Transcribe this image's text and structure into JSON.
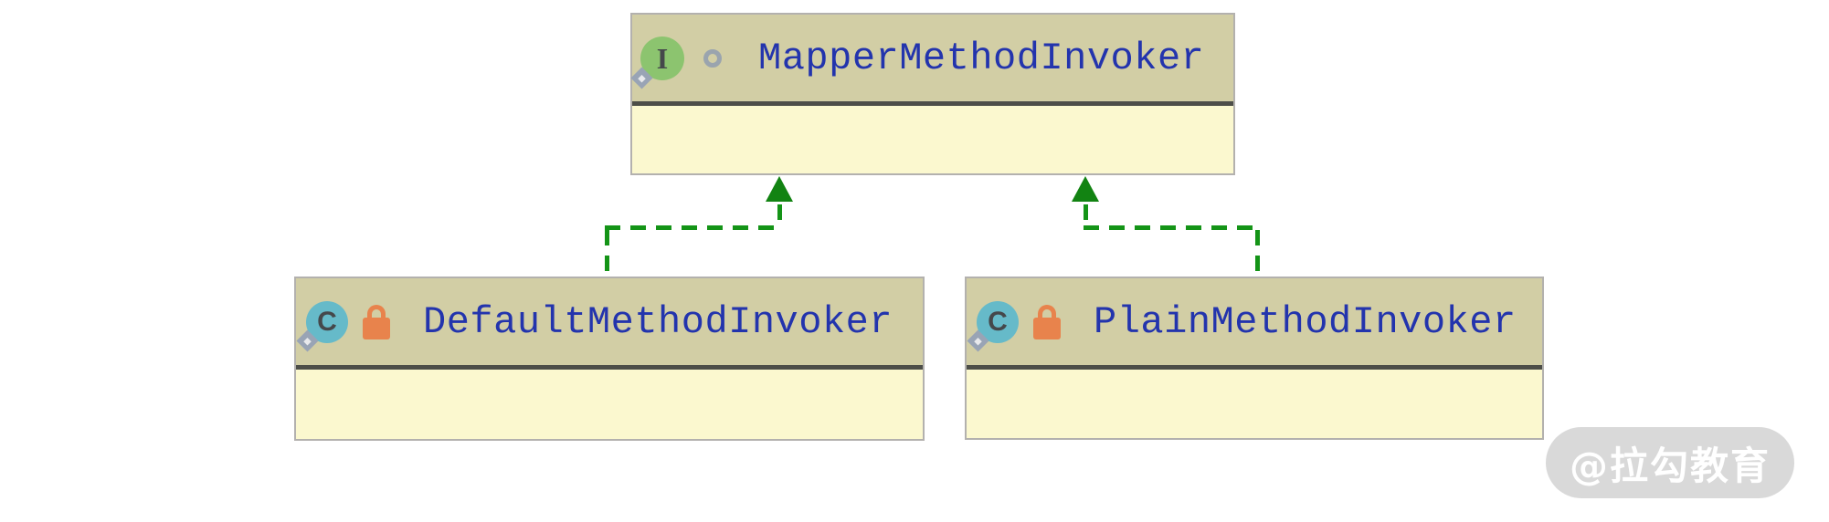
{
  "diagram": {
    "nodes": [
      {
        "name": "MapperMethodInvoker",
        "kind": "interface",
        "icon_letter": "I"
      },
      {
        "name": "DefaultMethodInvoker",
        "kind": "class",
        "icon_letter": "C"
      },
      {
        "name": "PlainMethodInvoker",
        "kind": "class",
        "icon_letter": "C"
      }
    ],
    "edges": [
      {
        "from": "DefaultMethodInvoker",
        "to": "MapperMethodInvoker",
        "relation": "implements",
        "style": "dashed-green-arrow"
      },
      {
        "from": "PlainMethodInvoker",
        "to": "MapperMethodInvoker",
        "relation": "implements",
        "style": "dashed-green-arrow"
      }
    ],
    "colors": {
      "header_bg": "#d2cea5",
      "body_bg": "#fbf8cf",
      "header_separator": "#4d4e48",
      "node_border": "#b3b1ae",
      "name_text": "#2334ad",
      "edge_green": "#149417",
      "interface_icon_bg": "#8cc46f",
      "class_icon_bg": "#66bac9",
      "lock_orange": "#e8834c",
      "icon_gray": "#99a4b5",
      "watermark_bg": "#d9d9d9"
    }
  },
  "watermark": {
    "text": "@拉勾教育"
  }
}
